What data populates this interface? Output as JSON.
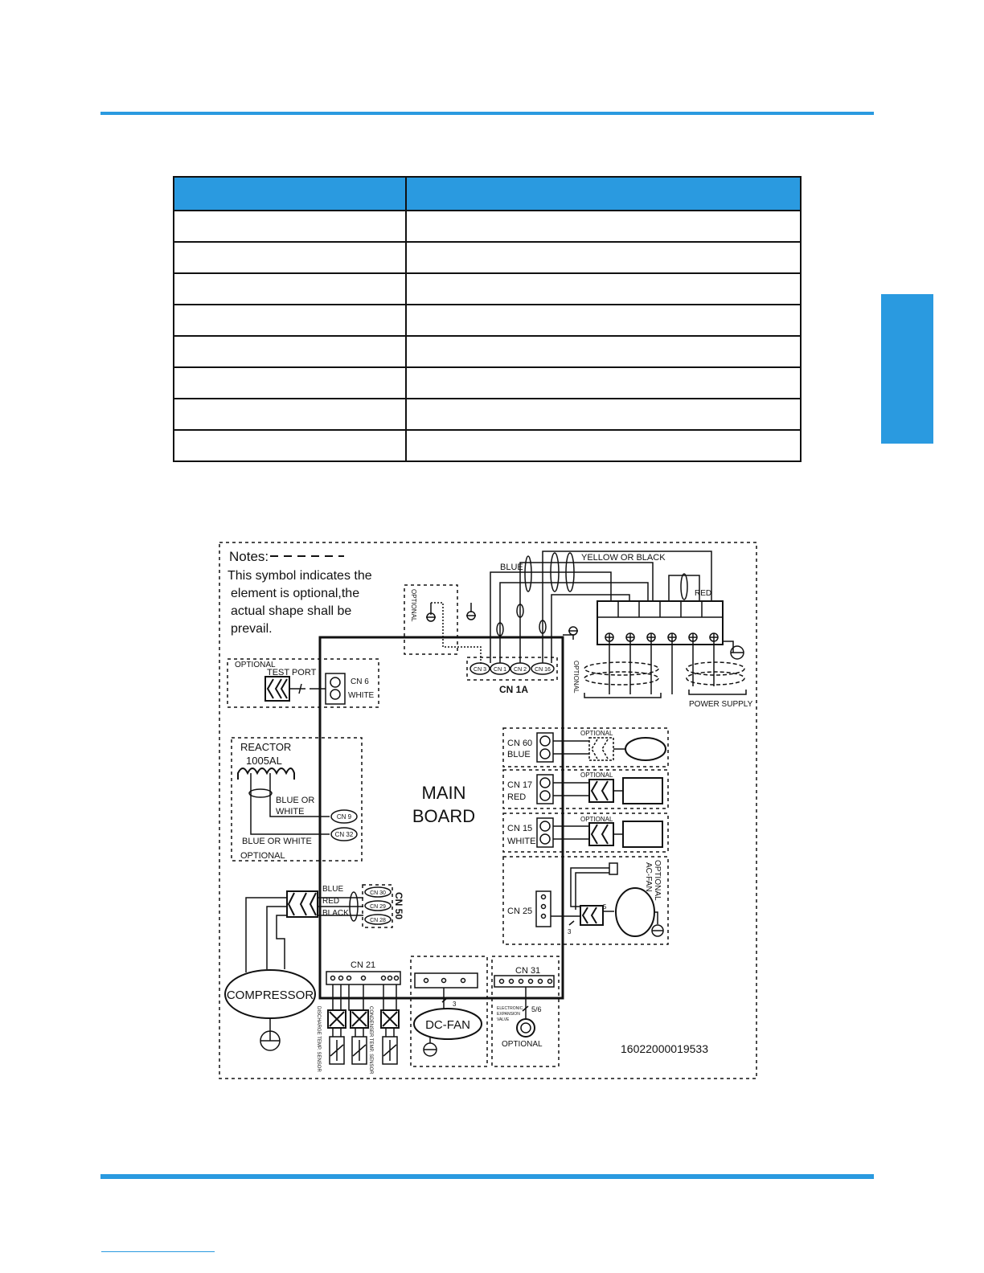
{
  "colors": {
    "accent": "#2a9ae0",
    "line": "#111111"
  },
  "table": {
    "headers": [
      "",
      ""
    ],
    "rows": [
      [
        "",
        ""
      ],
      [
        "",
        ""
      ],
      [
        "",
        ""
      ],
      [
        "",
        ""
      ],
      [
        "",
        ""
      ],
      [
        "",
        ""
      ],
      [
        "",
        ""
      ],
      [
        "",
        ""
      ]
    ]
  },
  "diagram": {
    "notes_title": "Notes:",
    "notes_lines": [
      "This symbol indicates the",
      "element is  optional,the",
      "actual shape shall be",
      "prevail."
    ],
    "main_board": [
      "MAIN",
      "BOARD"
    ],
    "labels": {
      "blue_top": "BLUE",
      "yellow_black": "YELLOW OR BLACK",
      "red": "RED",
      "optional": "OPTIONAL",
      "test_port": "TEST PORT",
      "cn6": "CN 6",
      "white": "WHITE",
      "reactor": "REACTOR",
      "reactor_model": "1005AL",
      "blue_or_white": "BLUE OR WHITE",
      "blue_or": "BLUE OR",
      "white_short": "WHITE",
      "cn9": "CN 9",
      "cn32": "CN 32",
      "cn3": "CN 3",
      "cn1": "CN 1",
      "cn2": "CN 2",
      "cn16": "CN 16",
      "cn1a": "CN 1A",
      "power_supply": "POWER SUPPLY",
      "cn60": "CN 60",
      "cn60_color": "BLUE",
      "cn17": "CN 17",
      "cn17_color": "RED",
      "cn15": "CN 15",
      "cn15_color": "WHITE",
      "cn25": "CN 25",
      "optional_acfan": "OPTIONAL",
      "acfan": "AC-FAN",
      "blue": "BLUE",
      "red2": "RED",
      "black": "BLACK",
      "cn30": "CN 30",
      "cn29": "CN 29",
      "cn28": "CN 28",
      "cn50": "CN 50",
      "compressor": "COMPRESSOR",
      "cn21": "CN 21",
      "discharge_sensor": "DISCHARGE TEMP. SENSOR",
      "condenser_sensor": "CONDENSER TEMP. SENSOR",
      "dc_fan": "DC-FAN",
      "cn31": "CN 31",
      "eev1": "ELECTRONIC",
      "eev2": "EXPANSION",
      "eev3": "VALVE",
      "five_six": "5/6",
      "three": "3",
      "five": "5",
      "part_no": "16022000019533"
    }
  }
}
